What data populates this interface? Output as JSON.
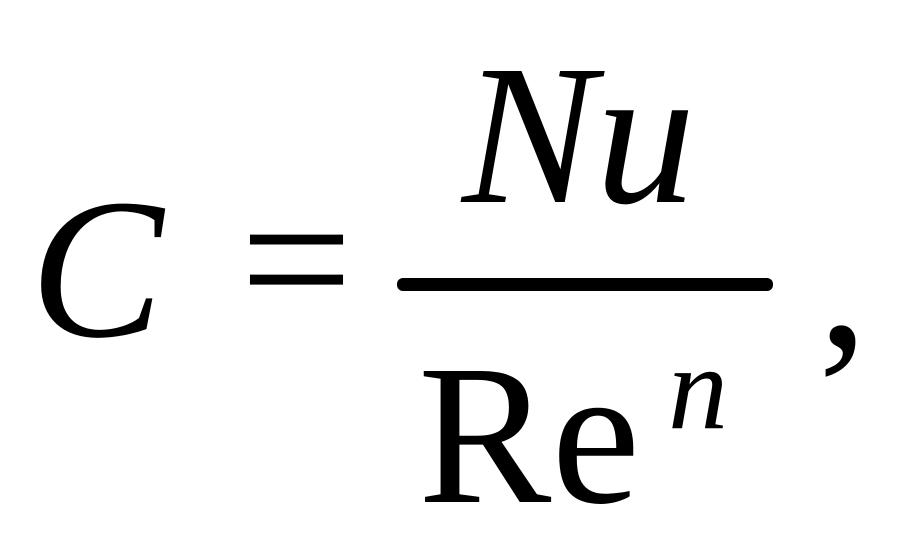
{
  "formula": {
    "lhs": "C",
    "equals": "=",
    "numerator": "Nu",
    "denominator_base": "Re",
    "denominator_exponent": "n",
    "trailing": ","
  }
}
